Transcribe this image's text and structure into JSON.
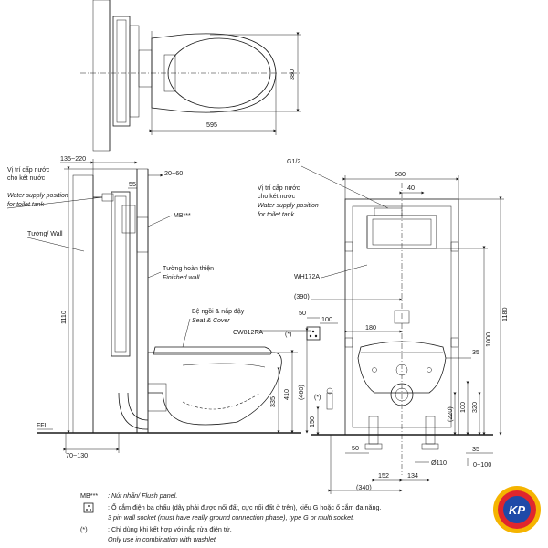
{
  "dimensions": {
    "top_width": "595",
    "top_height": "380",
    "wall_depth": "135~220",
    "gap": "20~60",
    "d55": "55",
    "total_height": "1110",
    "rim": "410",
    "d335": "335",
    "d460": "(460)",
    "floor_offset": "70~130",
    "d50": "50",
    "d100": "100",
    "d150": "150",
    "g12": "G1/2",
    "w580": "580",
    "w40": "40",
    "w390": "(390)",
    "w180": "180",
    "f1180": "1180",
    "f1000": "1000",
    "d35": "35",
    "d35b": "35",
    "d320": "320",
    "d220": "(220)",
    "d100b": "100",
    "d50b": "50",
    "pipe": "Ø110",
    "d0100": "0~100",
    "d340": "(340)",
    "d152": "152",
    "d134": "134"
  },
  "labels": {
    "water_supply_vi": "Vị trí cấp nước",
    "water_supply_vi2": "cho két nước",
    "water_supply_en": "Water supply position",
    "water_supply_en2": "for toilet tank",
    "water_supply_vi_b": "Vị trí cấp nước",
    "water_supply_vi2_b": "cho két nước",
    "water_supply_en_b": "Water supply position",
    "water_supply_en2_b": "for toilet tank",
    "wall": "Tường/ Wall",
    "mb": "MB***",
    "finished_wall_vi": "Tường hoàn thiện",
    "finished_wall_en": "Finished wall",
    "seat_vi": "Bệ ngồi & nắp đậy",
    "seat_en": "Seat & Cover",
    "model_seat": "CW812RA",
    "model_tank": "WH172A",
    "ffl": "FFL",
    "star_b": "(*)",
    "star_c": "(*)"
  },
  "notes": {
    "n1_key": "MB***",
    "n1_text": ": Nút nhấn/ Flush panel.",
    "n2_text": ": Ổ cắm điện ba chấu (dây phải được nối đất, cực nối đất ở trên), kiểu G hoặc ổ cắm đa năng.",
    "n2_en": "3 pin wall socket (must have really ground connection phase), type G or multi socket.",
    "n3_key": "(*)",
    "n3_text": ": Chỉ dùng khi kết hợp với nắp rửa điện tử.",
    "n3_en": "Only use in combination with washlet."
  },
  "logo": {
    "text": "KP",
    "color_outer": "#e0262d",
    "color_inner": "#1f4aa8",
    "color_ring": "#f5b400"
  }
}
